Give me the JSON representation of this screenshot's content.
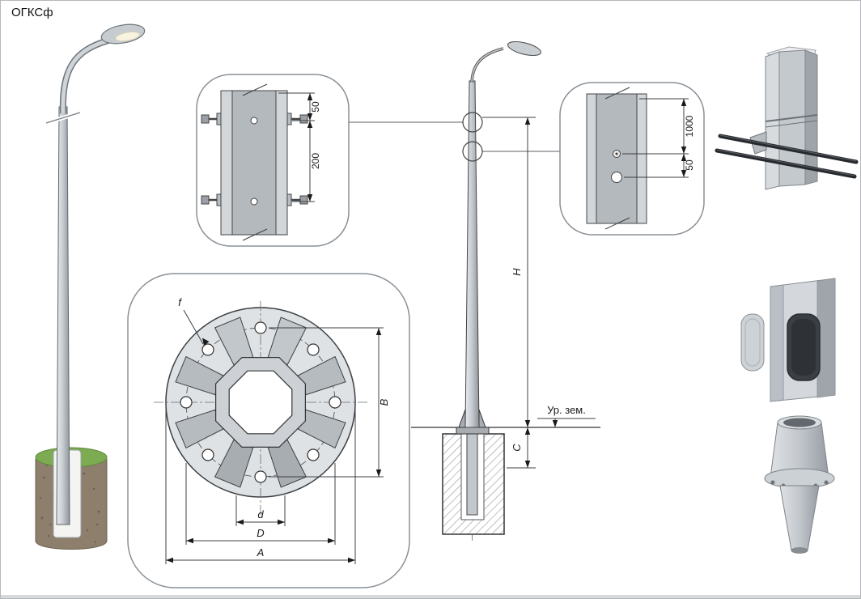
{
  "title": "ОГКСф",
  "bracket_detail": {
    "dim_50": "50",
    "dim_200": "200"
  },
  "cable_detail": {
    "dim_1000": "1000",
    "dim_50": "50"
  },
  "flange_view": {
    "label_f": "f",
    "label_b": "B",
    "label_d": "d",
    "label_d_big": "D",
    "label_a": "A"
  },
  "elevation": {
    "label_h": "H",
    "label_c": "C",
    "ground_label": "Ур. зем."
  },
  "colors": {
    "line": "#3c4043",
    "metal": "#c6cbcf",
    "grass": "#7cab52",
    "soil": "#8d7f6c"
  }
}
